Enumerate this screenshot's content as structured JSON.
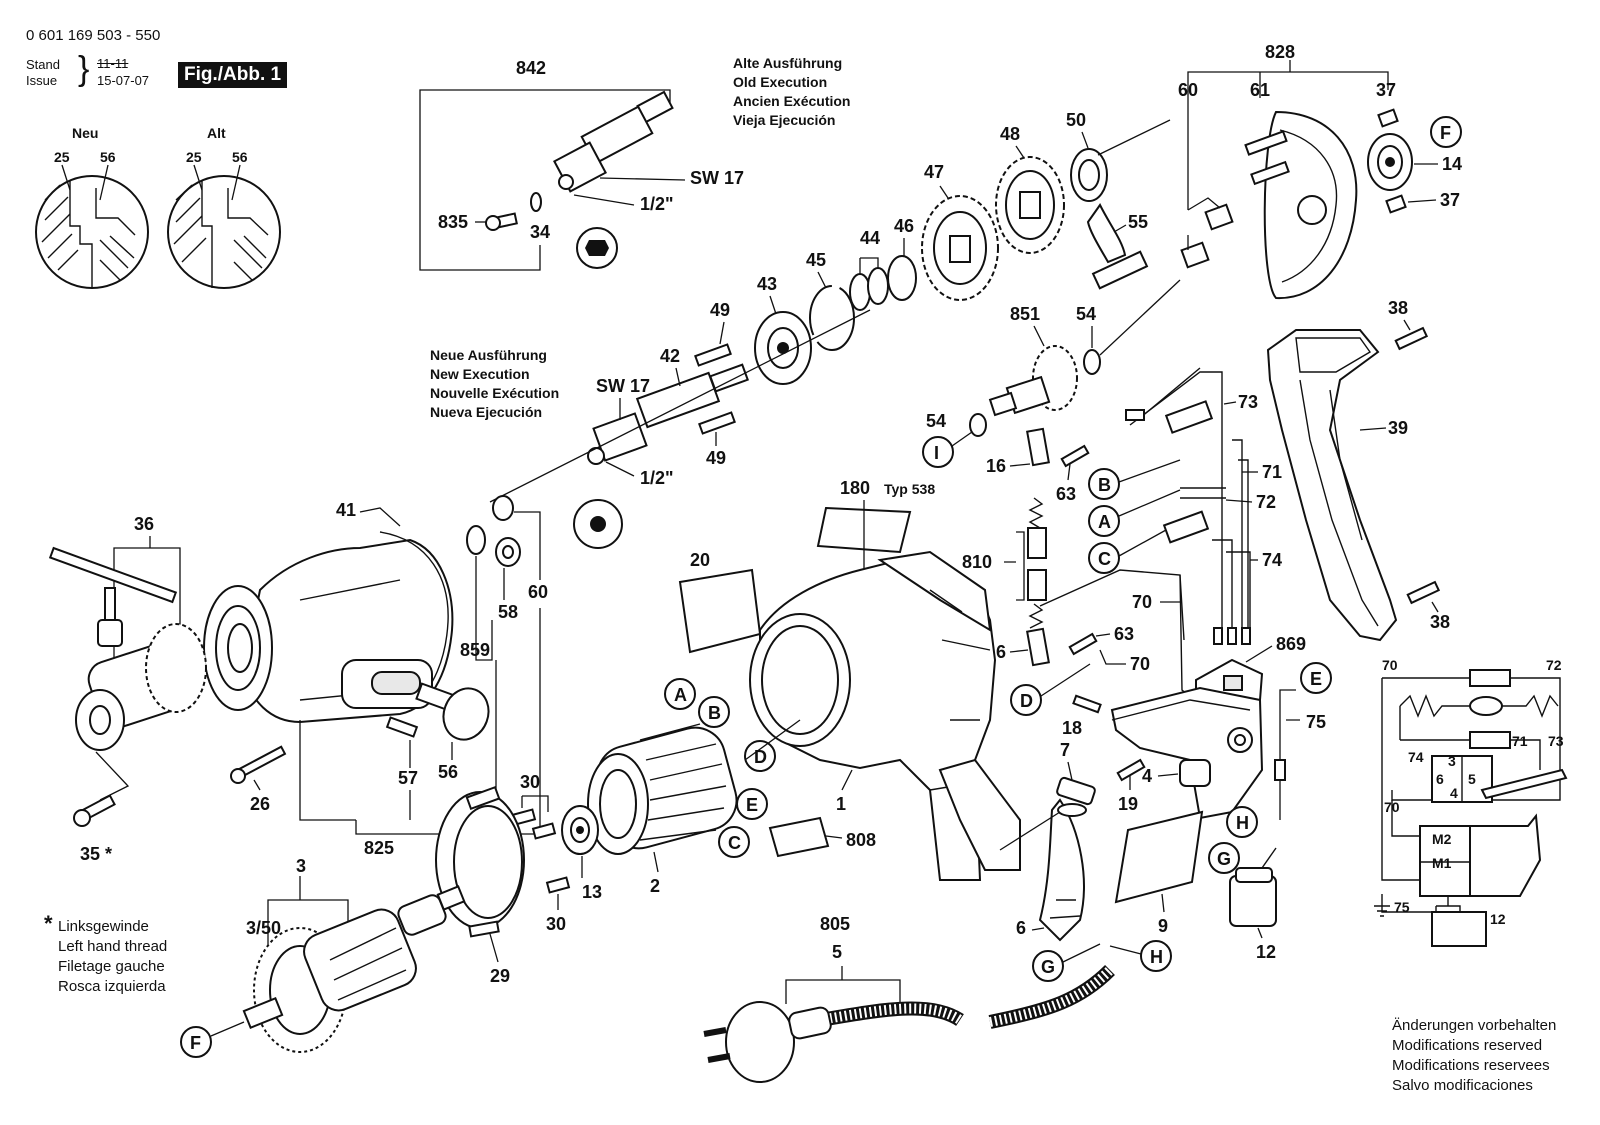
{
  "header": {
    "part_number": "0 601 169 503 - 550",
    "stand_label": "Stand",
    "issue_label": "Issue",
    "stand_old": "11-11",
    "date": "15-07-07",
    "figure_badge": "Fig./Abb. 1"
  },
  "detail_labels": {
    "new": "Neu",
    "old": "Alt"
  },
  "old_execution": [
    "Alte Ausführung",
    "Old Execution",
    "Ancien Exécution",
    "Vieja Ejecución"
  ],
  "new_execution": [
    "Neue Ausführung",
    "New Execution",
    "Nouvelle Exécution",
    "Nueva Ejecución"
  ],
  "left_hand_thread": [
    "Linksgewinde",
    "Left hand thread",
    "Filetage gauche",
    "Rosca izquierda"
  ],
  "left_hand_star": "*",
  "modifications": [
    "Änderungen vorbehalten",
    "Modifications reserved",
    "Modifications reservees",
    "Salvo modificaciones"
  ],
  "annotations": {
    "sw17_a": "SW 17",
    "half_inch_a": "1/2\"",
    "sw17_b": "SW 17",
    "half_inch_b": "1/2\"",
    "typ": "Typ 538"
  },
  "parts": {
    "p842": "842",
    "p835": "835",
    "p34": "34",
    "p828": "828",
    "p60a": "60",
    "p61": "61",
    "p37a": "37",
    "p37b": "37",
    "p14": "14",
    "p50": "50",
    "p48": "48",
    "p47": "47",
    "p46": "46",
    "p44": "44",
    "p45": "45",
    "p43": "43",
    "p55": "55",
    "p851": "851",
    "p54a": "54",
    "p54b": "54",
    "p49a": "49",
    "p49b": "49",
    "p42": "42",
    "p38a": "38",
    "p38b": "38",
    "p39": "39",
    "p73": "73",
    "p71": "71",
    "p72": "72",
    "p74": "74",
    "p70a": "70",
    "p70b": "70",
    "p16a": "16",
    "p16b": "16",
    "p63a": "63",
    "p63b": "63",
    "p810": "810",
    "p869": "869",
    "p180": "180",
    "p20": "20",
    "p41": "41",
    "p36": "36",
    "p60b": "60",
    "p58": "58",
    "p859": "859",
    "p26": "26",
    "p35": "35 *",
    "p57": "57",
    "p56": "56",
    "p825": "825",
    "p30a": "30",
    "p30b": "30",
    "p13": "13",
    "p2": "2",
    "p1": "1",
    "p808": "808",
    "p3": "3",
    "p350": "3/50",
    "p29": "29",
    "p805": "805",
    "p5": "5",
    "p6": "6",
    "p7": "7",
    "p4": "4",
    "p19": "19",
    "p18": "18",
    "p9": "9",
    "p12": "12",
    "p75": "75",
    "neu25": "25",
    "neu56": "56",
    "alt25": "25",
    "alt56": "56"
  },
  "callouts": {
    "F_top": "F",
    "F_bottom": "F",
    "I": "I",
    "B_wire": "B",
    "A_wire": "A",
    "C_wire": "C",
    "A_stator": "A",
    "B_stator": "B",
    "D_stator": "D",
    "E_stator": "E",
    "C_stator": "C",
    "D_switch": "D",
    "E_switch": "E",
    "H_switch": "H",
    "G_switch": "G",
    "G_cord": "G",
    "H_cord": "H"
  },
  "schematic": {
    "l70_top": "70",
    "l72": "72",
    "l71": "71",
    "l73": "73",
    "l74": "74",
    "l3": "3",
    "l6": "6",
    "l5": "5",
    "l4": "4",
    "l70_left": "70",
    "M2": "M2",
    "M1": "M1",
    "l75": "75",
    "l12": "12"
  }
}
